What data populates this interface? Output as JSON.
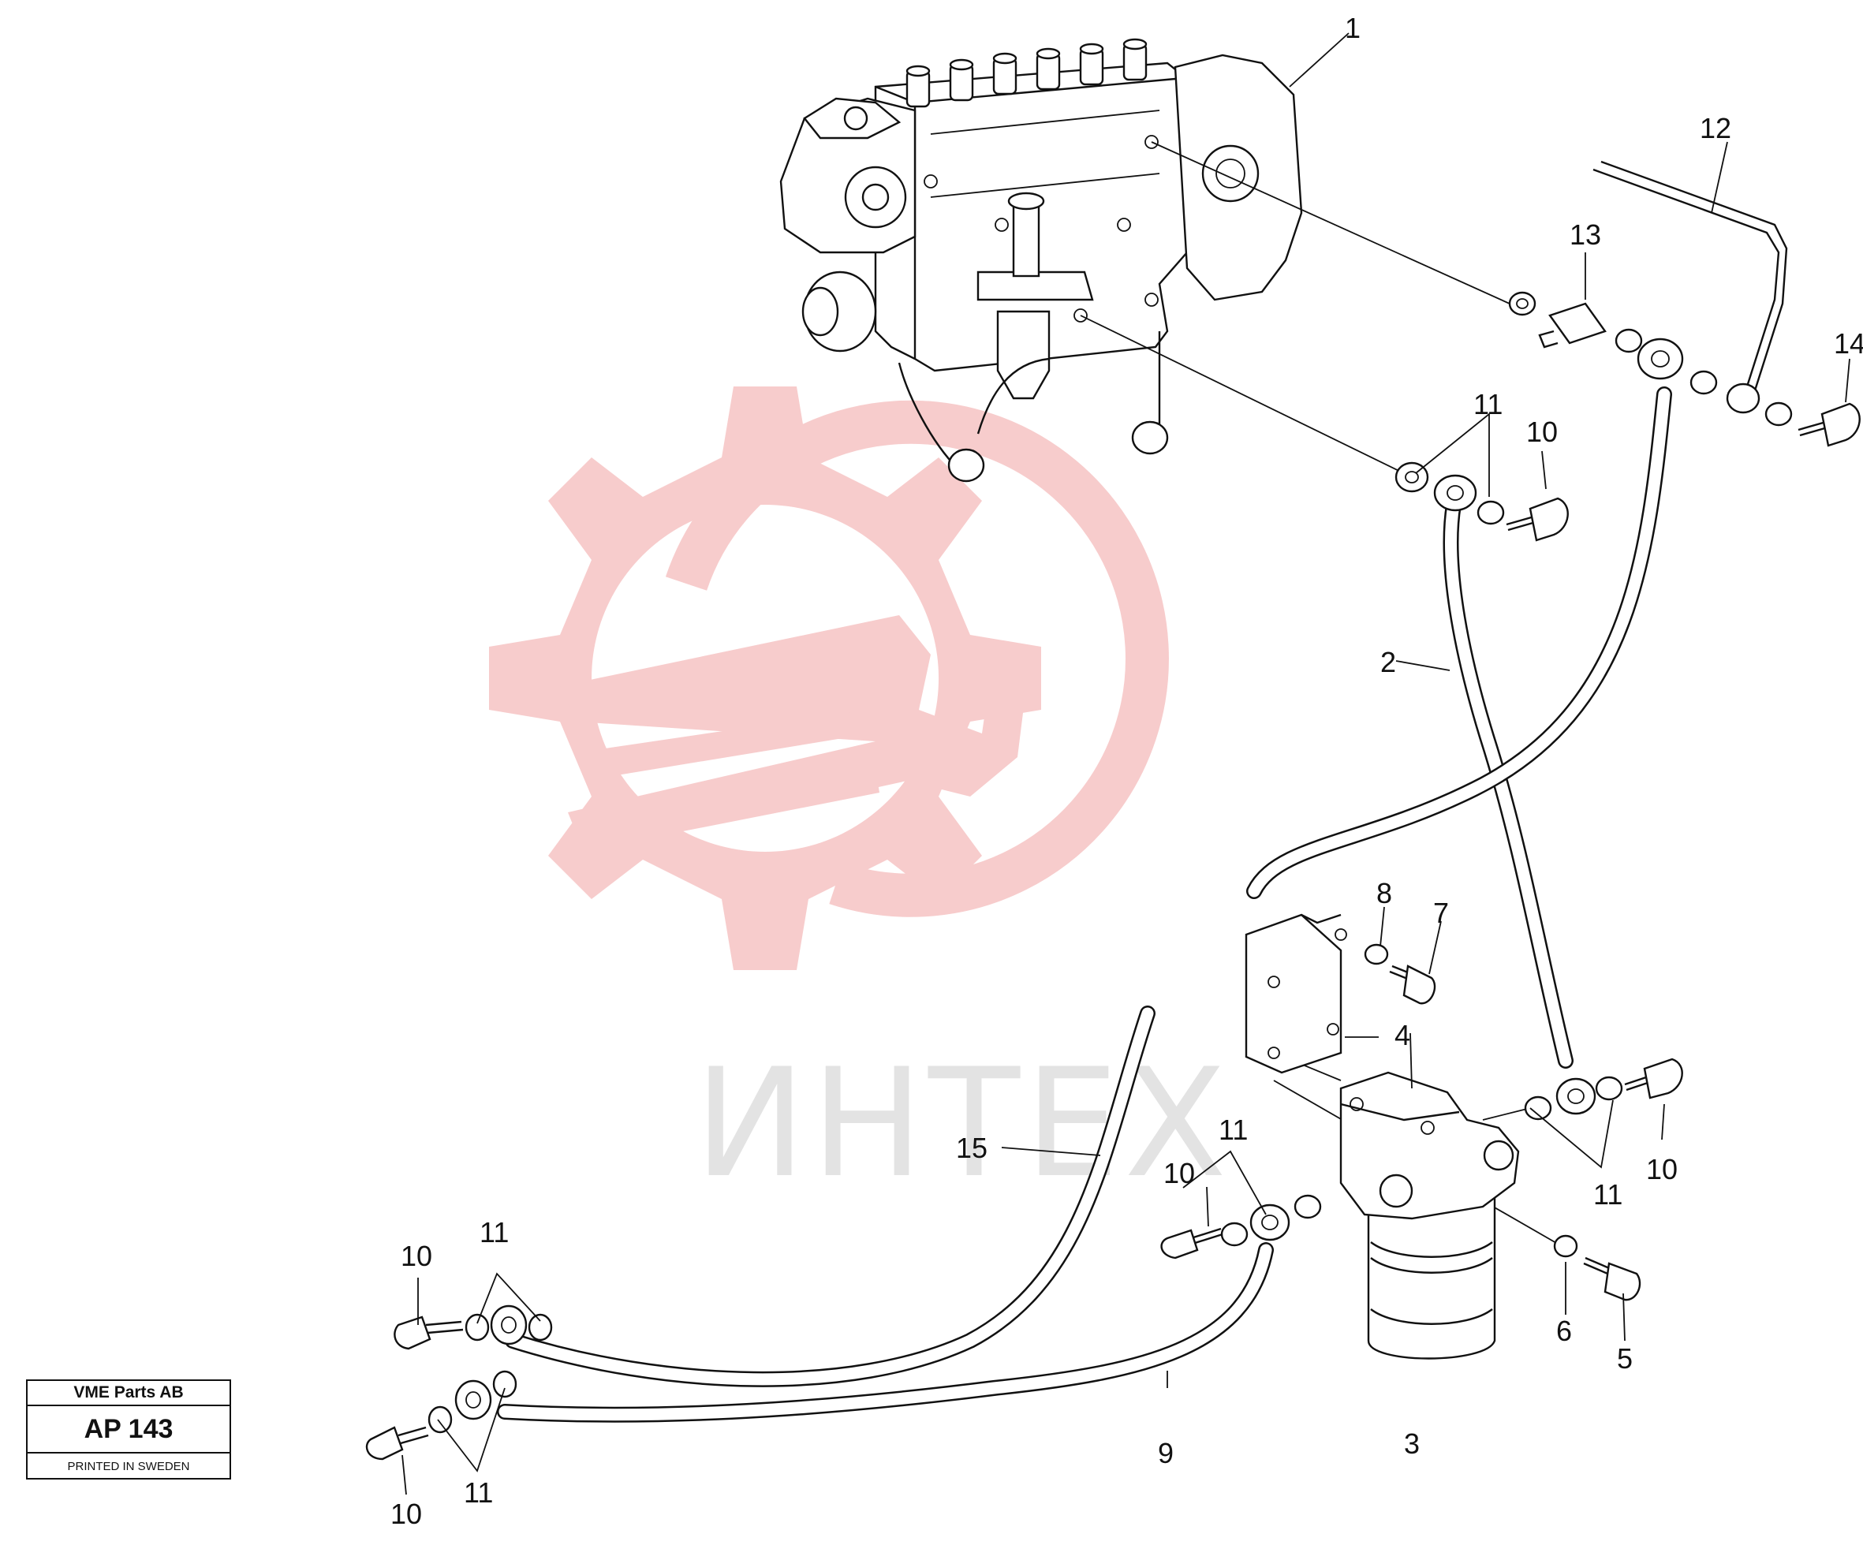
{
  "watermark": {
    "text": "ИНТЕХ",
    "gear_color": "#f7cccc",
    "text_color": "#e3e3e3"
  },
  "title_block": {
    "company": "VME Parts AB",
    "code": "AP 143",
    "footer": "PRINTED IN SWEDEN"
  },
  "callouts": {
    "c1": "1",
    "c2": "2",
    "c3": "3",
    "c4": "4",
    "c5": "5",
    "c6": "6",
    "c7": "7",
    "c8": "8",
    "c9": "9",
    "c10a": "10",
    "c10b": "10",
    "c10c": "10",
    "c10d": "10",
    "c10e": "10",
    "c11a": "11",
    "c11b": "11",
    "c11c": "11",
    "c11d": "11",
    "c11e": "11",
    "c12": "12",
    "c13": "13",
    "c14": "14",
    "c15": "15"
  }
}
